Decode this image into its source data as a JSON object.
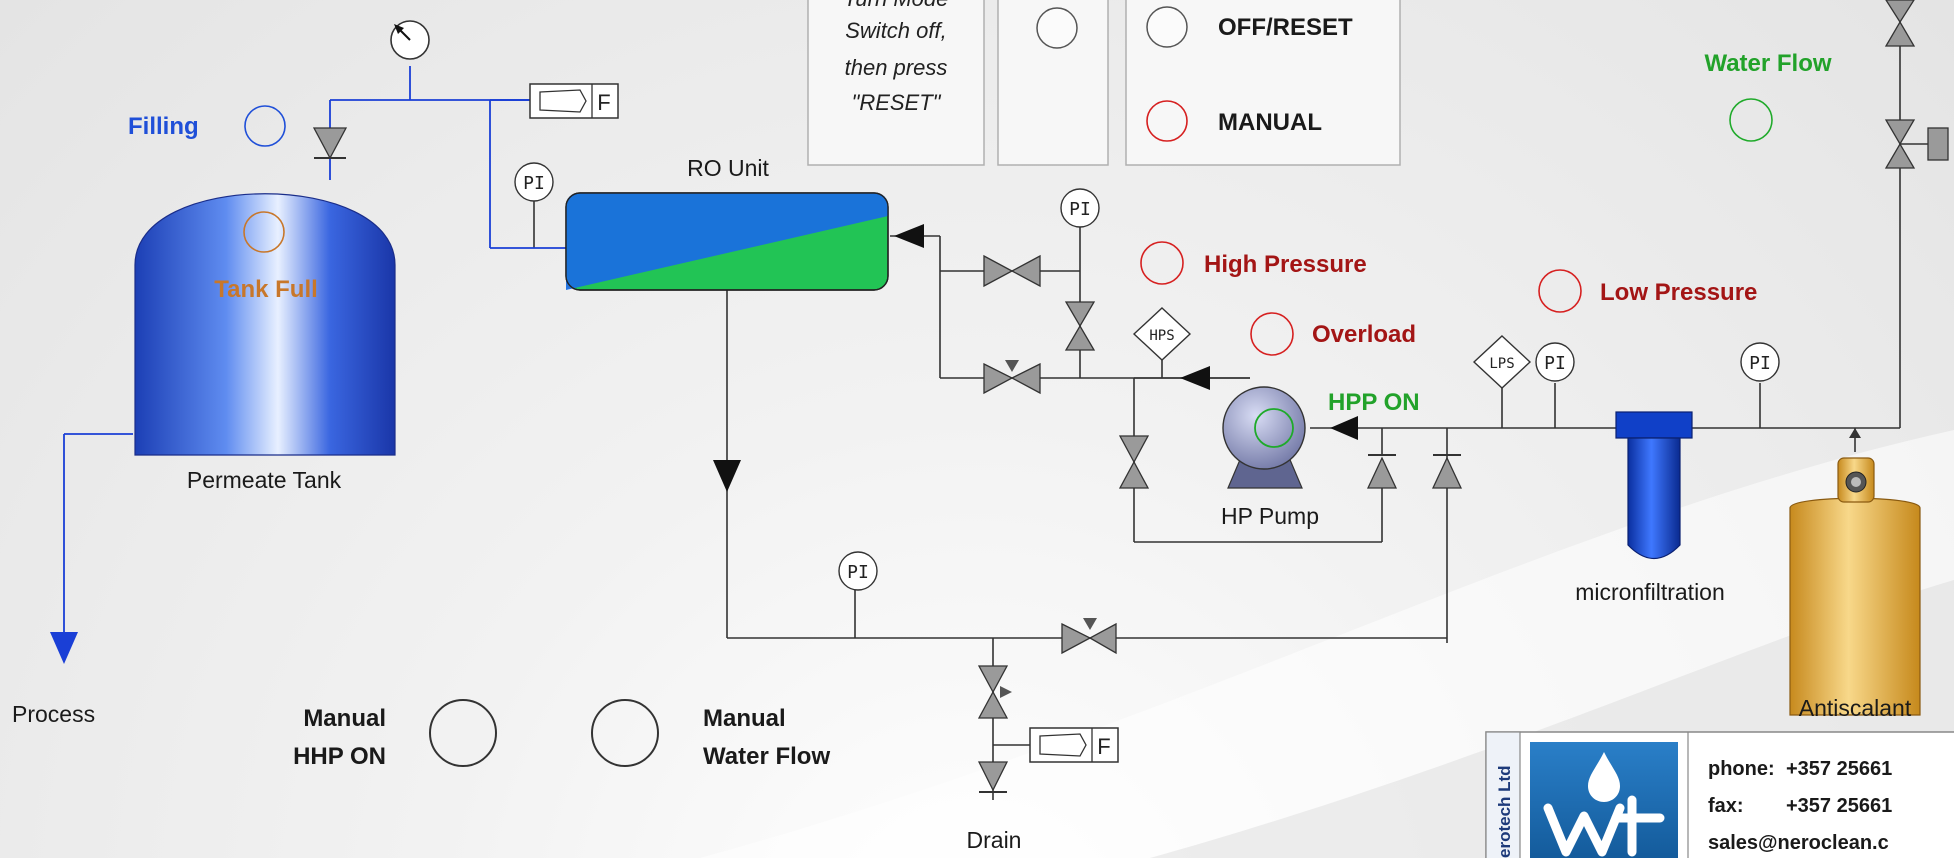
{
  "mode_panel": {
    "instruction_lines": [
      "Turn Mode",
      "Switch off,",
      "then press",
      "\"RESET\""
    ],
    "off_reset": "OFF/RESET",
    "manual": "MANUAL"
  },
  "indicators": {
    "filling": "Filling",
    "tank_full": "Tank Full",
    "water_flow": "Water Flow",
    "high_pressure": "High Pressure",
    "overload": "Overload",
    "low_pressure": "Low Pressure",
    "hpp_on": "HPP ON"
  },
  "components": {
    "permeate_tank": "Permeate Tank",
    "ro_unit": "RO Unit",
    "hp_pump": "HP Pump",
    "micronfiltration": "micronfiltration",
    "antiscalant": "Antiscalant",
    "process": "Process",
    "drain": "Drain"
  },
  "instruments": {
    "pi": "PI",
    "hps": "HPS",
    "lps": "LPS",
    "flow": "F"
  },
  "manual_buttons": {
    "hhp_line1": "Manual",
    "hhp_line2": "HHP ON",
    "flow_line1": "Manual",
    "flow_line2": "Water Flow"
  },
  "company": {
    "vertical_name": "erotech Ltd",
    "phone_label": "phone:",
    "phone_value": "+357 25661",
    "fax_label": "fax:",
    "fax_value": "+357 25661",
    "email": "sales@neroclean.c"
  },
  "colors": {
    "permeate_line": "#1a3fd6",
    "indicator_red": "#d62020",
    "indicator_green": "#1faa2a",
    "label_darkred": "#a31515",
    "label_green": "#22a22a",
    "label_blue": "#1f4fd8",
    "label_orange": "#c8772a"
  }
}
